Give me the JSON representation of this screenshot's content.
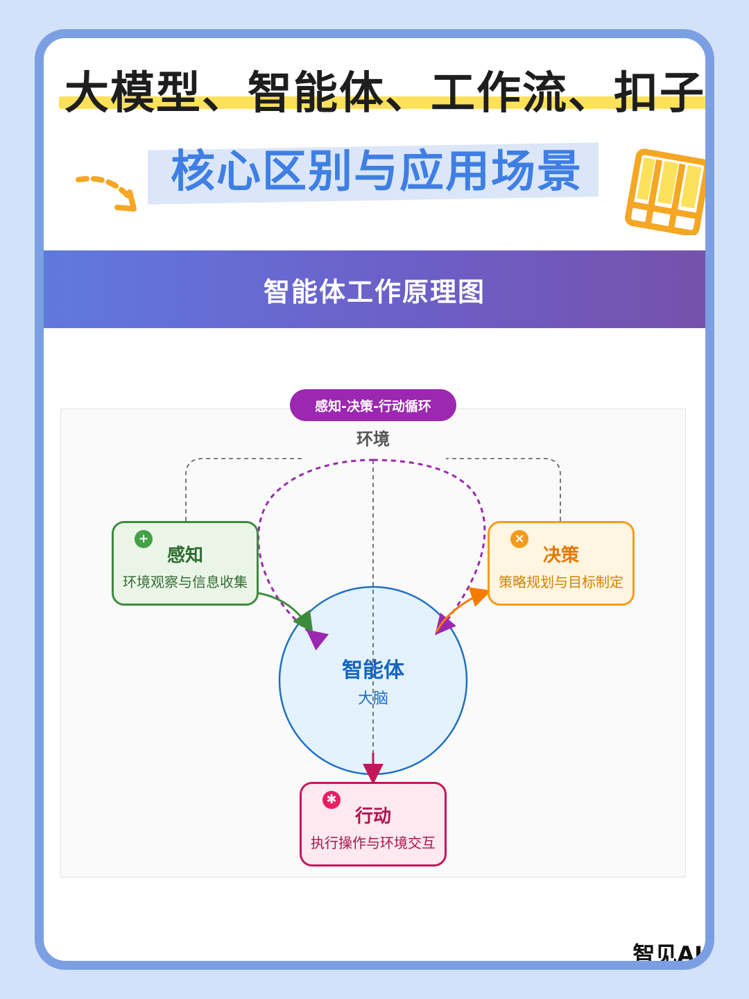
{
  "header": {
    "title": "大模型、智能体、工作流、扣子",
    "subtitle": "核心区别与应用场景"
  },
  "banner": {
    "title": "智能体工作原理图"
  },
  "diagram": {
    "cycle_label": "感知-决策-行动循环",
    "environment_label": "环境",
    "center": {
      "title": "智能体",
      "subtitle": "大脑"
    },
    "nodes": {
      "perceive": {
        "title": "感知",
        "desc": "环境观察与信息收集",
        "badge": "+"
      },
      "decide": {
        "title": "决策",
        "desc": "策略规划与目标制定",
        "badge": "×"
      },
      "action": {
        "title": "行动",
        "desc": "执行操作与环境交互",
        "badge": "✱"
      }
    }
  },
  "footer": {
    "brand": "智见AI"
  },
  "colors": {
    "perceive": "#3d8b3d",
    "decide": "#f59b1b",
    "action": "#c2185b",
    "cycle": "#9c27b0",
    "agent": "#1565c0",
    "frame": "#7b9fe3"
  }
}
